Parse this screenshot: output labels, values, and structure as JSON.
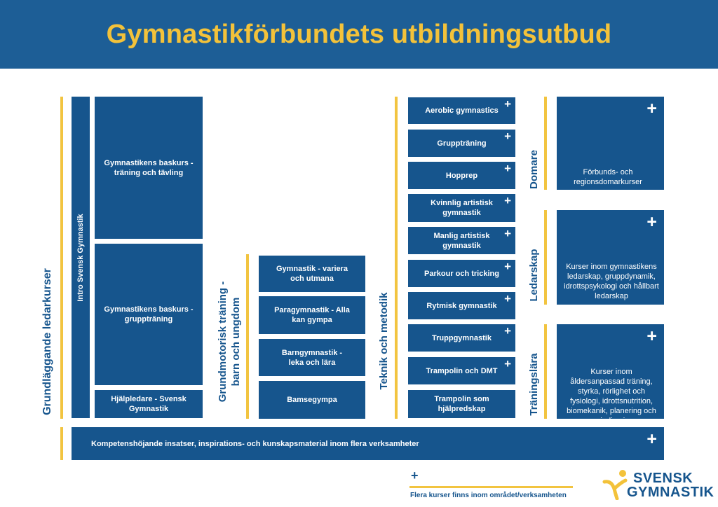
{
  "title": "Gymnastikförbundets utbildningsutbud",
  "colors": {
    "primary": "#16558d",
    "header": "#1d5e96",
    "accent": "#f3c23a",
    "background": "#ffffff"
  },
  "sections": {
    "grundlaggande": {
      "heading": "Grundläggande ledarkurser",
      "intro": "Intro Svensk Gymnastik",
      "items": [
        "Gymnastikens baskurs - träning och tävling",
        "Gymnastikens baskurs - gruppträning",
        "Hjälpledare - Svensk Gymnastik"
      ]
    },
    "grundmotorisk": {
      "heading_line1": "Grundmotorisk träning -",
      "heading_line2": "barn och ungdom",
      "items": [
        "Gymnastik - variera och utmana",
        "Paragymnastik - Alla kan gympa",
        "Barngymnastik - leka och lära",
        "Bamsegympa"
      ]
    },
    "teknik": {
      "heading": "Teknik och metodik",
      "items": [
        "Aerobic gymnastics",
        "Gruppträning",
        "Hopprep",
        "Kvinnlig artistisk gymnastik",
        "Manlig artistisk gymnastik",
        "Parkour och tricking",
        "Rytmisk gymnastik",
        "Truppgymnastik",
        "Trampolin och DMT",
        "Trampolin som hjälpredskap"
      ]
    },
    "domare": {
      "heading": "Domare",
      "description": "Förbunds- och regionsdomarkurser"
    },
    "ledarskap": {
      "heading": "Ledarskap",
      "description": "Kurser inom gymnastikens ledarskap, gruppdynamik, idrottspsykologi och hållbart ledarskap"
    },
    "traningslara": {
      "heading": "Träningslära",
      "description": "Kurser inom åldersanpassad träning, styrka, rörlighet och fysiologi, idrottsnutrition, biomekanik, planering och periodisering"
    }
  },
  "bottom_bar": "Kompetenshöjande insatser, inspirations- och kunskapsmaterial inom flera verksamheter",
  "plus_symbol": "+",
  "legend": {
    "symbol": "+",
    "text": "Flera kurser finns inom området/verksamheten"
  },
  "logo": {
    "line1": "SVENSK",
    "line2": "GYMNASTIK",
    "icon": "gymnast-figure-icon"
  }
}
